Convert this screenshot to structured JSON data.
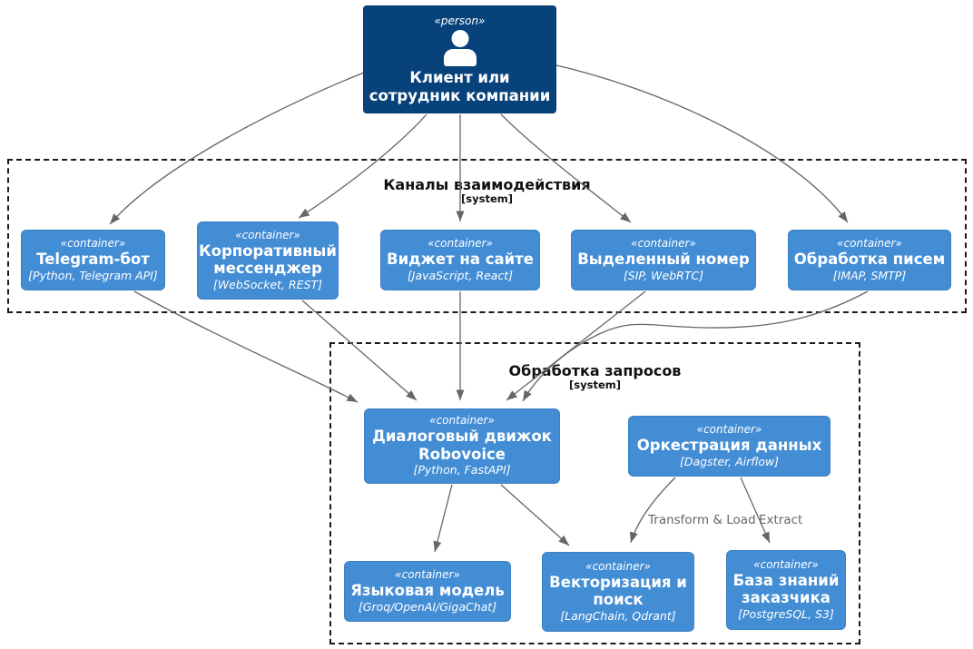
{
  "nodes": {
    "person": {
      "stereotype": "«person»",
      "name": "Клиент или\nсотрудник компании"
    },
    "telegram": {
      "stereotype": "«container»",
      "name": "Telegram-бот",
      "tech": "[Python, Telegram API]"
    },
    "messenger": {
      "stereotype": "«container»",
      "name": "Корпоративный\nмессенджер",
      "tech": "[WebSocket, REST]"
    },
    "widget": {
      "stereotype": "«container»",
      "name": "Виджет на сайте",
      "tech": "[JavaScript, React]"
    },
    "phone": {
      "stereotype": "«container»",
      "name": "Выделенный номер",
      "tech": "[SIP, WebRTC]"
    },
    "email": {
      "stereotype": "«container»",
      "name": "Обработка писем",
      "tech": "[IMAP, SMTP]"
    },
    "engine": {
      "stereotype": "«container»",
      "name": "Диалоговый движок\nRobovoice",
      "tech": "[Python, FastAPI]"
    },
    "orchestration": {
      "stereotype": "«container»",
      "name": "Оркестрация данных",
      "tech": "[Dagster, Airflow]"
    },
    "llm": {
      "stereotype": "«container»",
      "name": "Языковая модель",
      "tech": "[Groq/OpenAI/GigaChat]"
    },
    "vectorization": {
      "stereotype": "«container»",
      "name": "Векторизация и\nпоиск",
      "tech": "[LangChain, Qdrant]"
    },
    "knowledge_base": {
      "stereotype": "«container»",
      "name": "База знаний\nзаказчика",
      "tech": "[PostgreSQL, S3]"
    }
  },
  "boundaries": {
    "channels": {
      "title": "Каналы взаимодействия",
      "subtitle": "[system]"
    },
    "processing": {
      "title": "Обработка запросов",
      "subtitle": "[system]"
    }
  },
  "edge_labels": {
    "transform_load": "Transform & Load",
    "extract": "Extract"
  },
  "colors": {
    "person_fill": "#08427B",
    "person_border": "#073B6F",
    "container_fill": "#438DD5",
    "container_border": "#3C7FC0",
    "arrow": "#666666",
    "boundary_border": "#1B1B1B",
    "text_on_fill": "#FFFFFF",
    "boundary_text": "#111111"
  }
}
